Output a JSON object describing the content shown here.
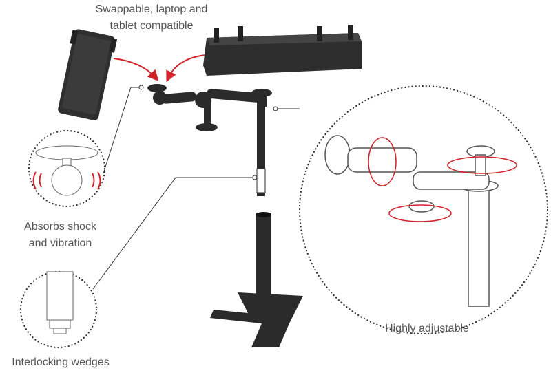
{
  "labels": {
    "swappable_line1": "Swappable, laptop and",
    "swappable_line2": "tablet compatible",
    "shock_line1": "Absorbs shock",
    "shock_line2": "and vibration",
    "wedges": "Interlocking wedges",
    "adjustable": "Highly adjustable"
  },
  "colors": {
    "accent": "#d2232a",
    "product": "#2b2b2b",
    "text": "#555555"
  }
}
